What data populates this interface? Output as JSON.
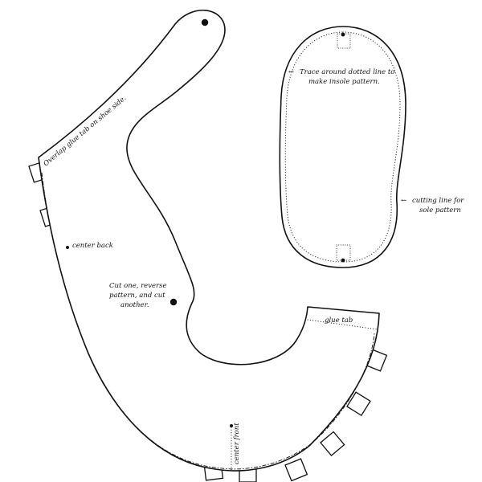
{
  "upper_pattern": {
    "overlap_note": "Overlap glue tab on shoe side.",
    "center_back": "center back",
    "cut_note_line1": "Cut one, reverse",
    "cut_note_line2": "pattern, and cut",
    "cut_note_line3": "another.",
    "glue_tab": "glue tab",
    "center_front": "center front"
  },
  "sole_pattern": {
    "insole_note_line1": "Trace around dotted line to",
    "insole_note_line2": "make insole pattern.",
    "cutting_note_line1": "cutting line for",
    "cutting_note_line2": "sole pattern"
  },
  "arrow_glyph": "←"
}
